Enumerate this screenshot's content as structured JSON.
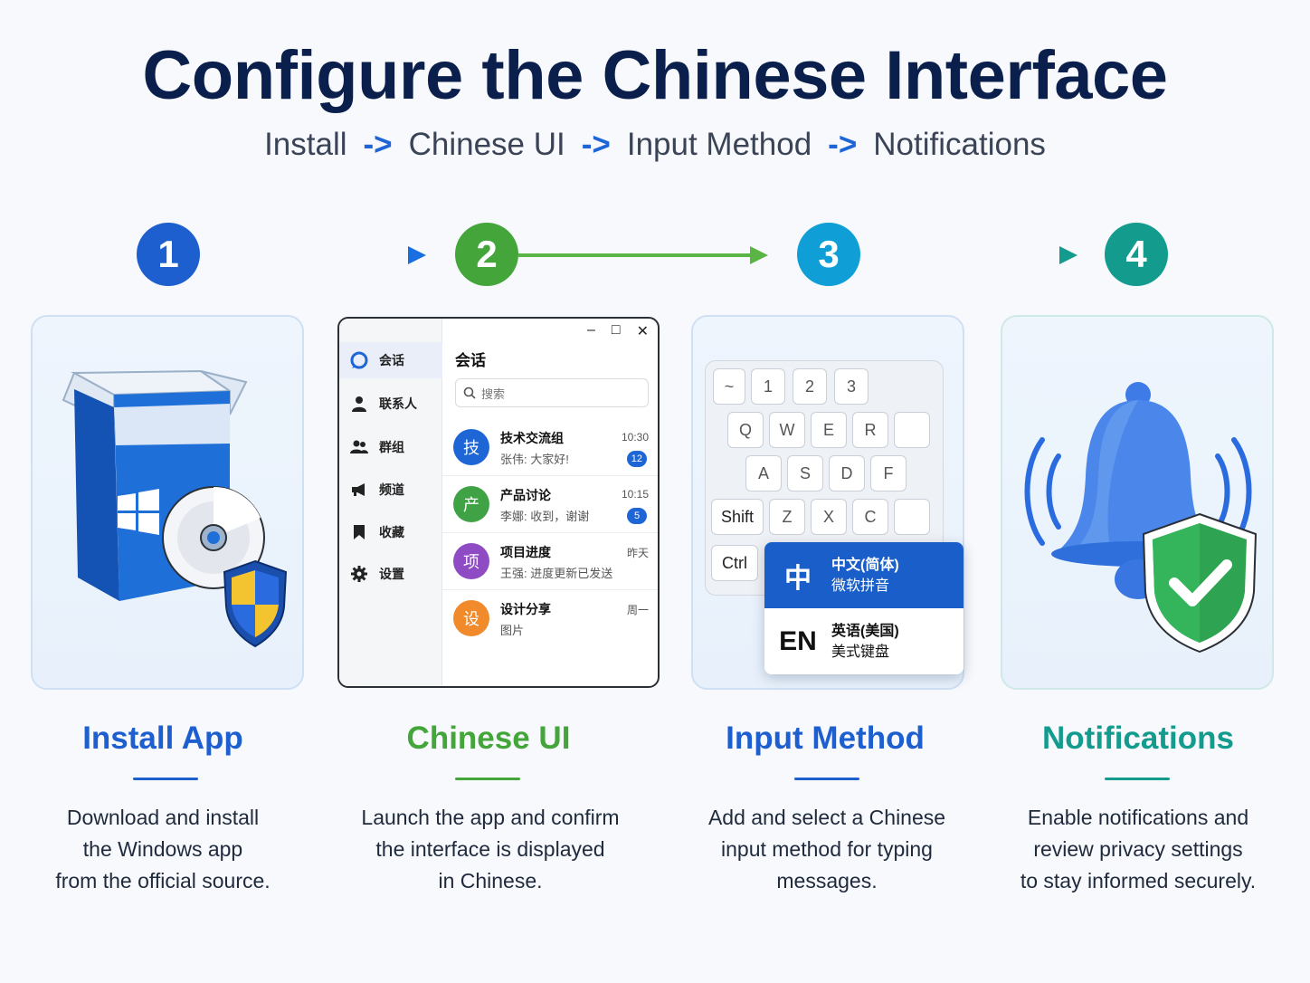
{
  "header": {
    "title": "Configure the Chinese Interface",
    "flow": [
      "Install",
      "Chinese UI",
      "Input Method",
      "Notifications"
    ],
    "arrow": "->"
  },
  "colors": {
    "blue": "#1e5fd0",
    "green": "#43a53a",
    "cyan": "#0f9fd6",
    "teal": "#139b8e",
    "navy": "#0b1f4d"
  },
  "steps": [
    {
      "number": "1",
      "title": "Install App",
      "desc": [
        "Download and install",
        "the Windows app",
        "from the official source."
      ]
    },
    {
      "number": "2",
      "title": "Chinese UI",
      "desc": [
        "Launch the app and confirm",
        "the interface is displayed",
        "in Chinese."
      ]
    },
    {
      "number": "3",
      "title": "Input Method",
      "desc": [
        "Add and select a Chinese",
        "input method for typing",
        "messages."
      ]
    },
    {
      "number": "4",
      "title": "Notifications",
      "desc": [
        "Enable notifications and",
        "review privacy settings",
        "to stay informed securely."
      ]
    }
  ],
  "chat_window": {
    "controls": [
      "–",
      "□",
      "✕"
    ],
    "sidebar": [
      {
        "label": "会话",
        "icon": "chat-bubble-icon",
        "active": true
      },
      {
        "label": "联系人",
        "icon": "person-icon"
      },
      {
        "label": "群组",
        "icon": "group-icon"
      },
      {
        "label": "频道",
        "icon": "megaphone-icon"
      },
      {
        "label": "收藏",
        "icon": "bookmark-icon"
      },
      {
        "label": "设置",
        "icon": "gear-icon"
      }
    ],
    "header": "会话",
    "search_placeholder": "搜索",
    "conversations": [
      {
        "avatar": "技",
        "name": "技术交流组",
        "message": "张伟: 大家好!",
        "time": "10:30",
        "unread": "12",
        "color": "#1e66d6"
      },
      {
        "avatar": "产",
        "name": "产品讨论",
        "message": "李娜: 收到，谢谢",
        "time": "10:15",
        "unread": "5",
        "color": "#3fa346"
      },
      {
        "avatar": "项",
        "name": "项目进度",
        "message": "王强: 进度更新已发送",
        "time": "昨天",
        "unread": "",
        "color": "#8e4bc4"
      },
      {
        "avatar": "设",
        "name": "设计分享",
        "message": "图片",
        "time": "周一",
        "unread": "",
        "color": "#f08a2b"
      }
    ]
  },
  "keyboard": {
    "row1": [
      "~",
      "1",
      "2",
      "3"
    ],
    "row2": [
      "Q",
      "W",
      "E",
      "R",
      ""
    ],
    "row3": [
      "A",
      "S",
      "D",
      "F"
    ],
    "row4": [
      "Shift",
      "Z",
      "X",
      "C",
      ""
    ],
    "row5": [
      "Ctrl"
    ]
  },
  "ime_options": [
    {
      "glyph": "中",
      "name": "中文(简体)",
      "sub": "微软拼音",
      "selected": true
    },
    {
      "glyph": "EN",
      "name": "英语(美国)",
      "sub": "美式键盘",
      "selected": false
    }
  ]
}
